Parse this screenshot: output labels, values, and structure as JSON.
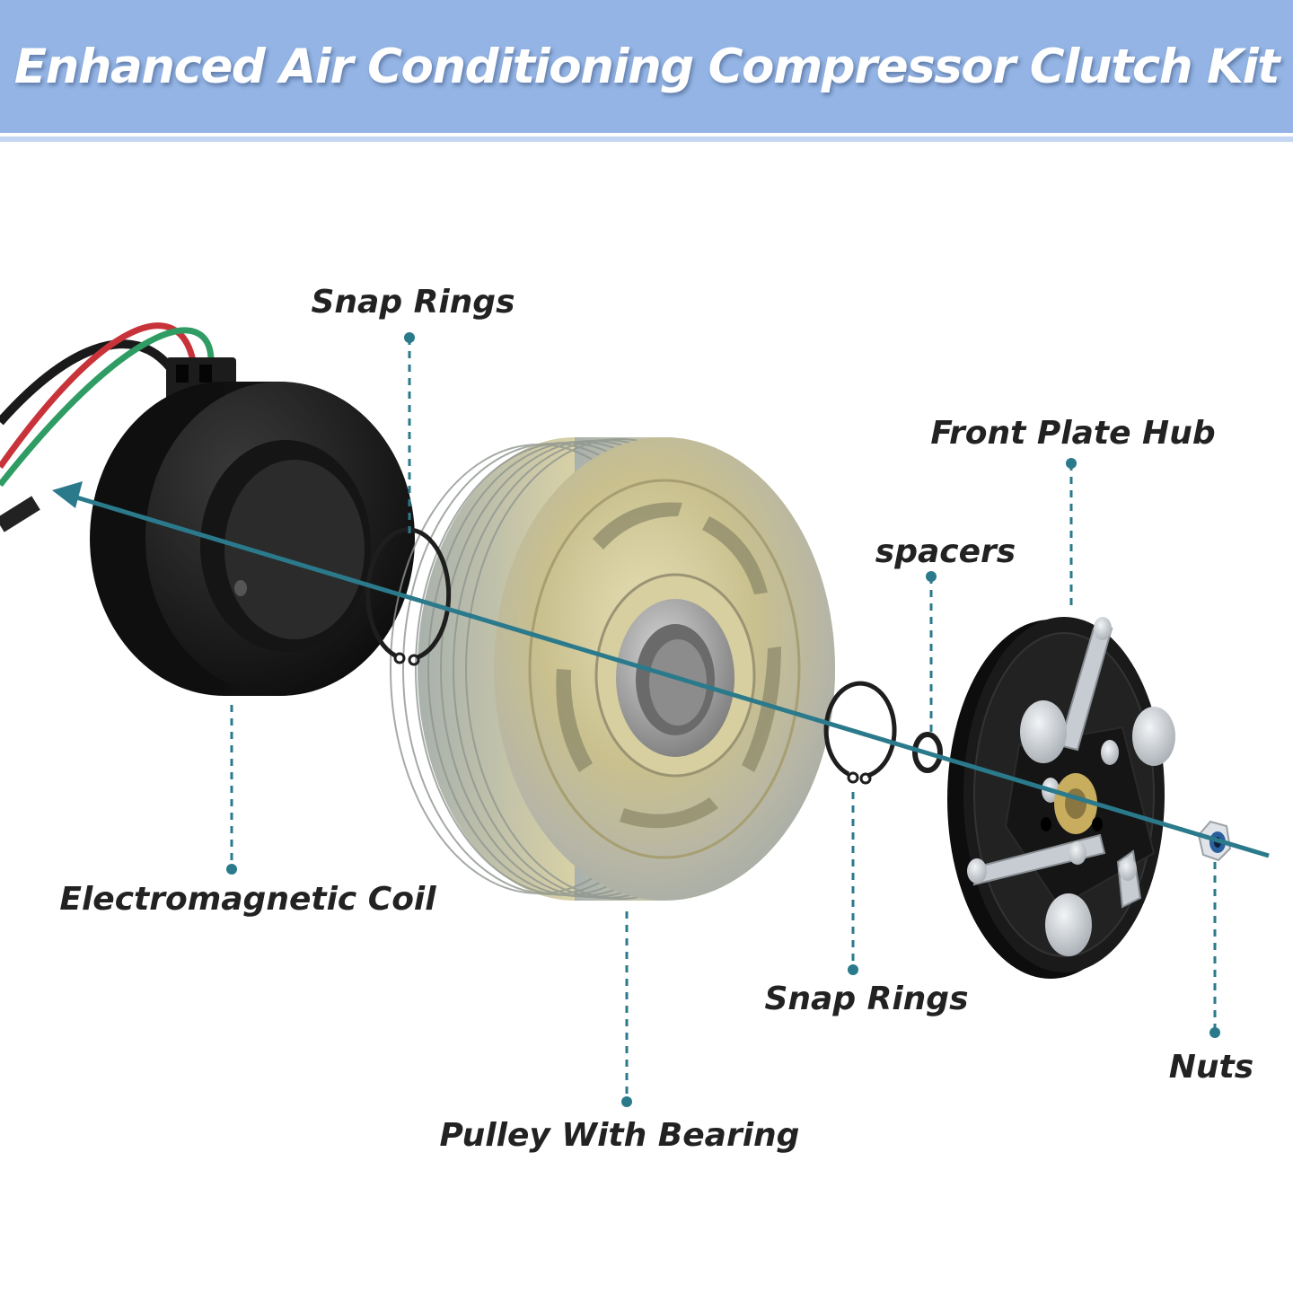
{
  "header": {
    "title": "Enhanced Air Conditioning Compressor Clutch Kit",
    "background_color": "#93b4e4",
    "text_color": "#ffffff"
  },
  "colors": {
    "axis": "#2a7a8c",
    "callout": "#2a7a8c",
    "label": "#222222"
  },
  "labels": {
    "snap_rings_top": "Snap Rings",
    "front_plate_hub": "Front Plate Hub",
    "spacers": "spacers",
    "electromagnetic_coil": "Electromagnetic Coil",
    "snap_rings_bottom": "Snap Rings",
    "nuts": "Nuts",
    "pulley_with_bearing": "Pulley With Bearing"
  }
}
